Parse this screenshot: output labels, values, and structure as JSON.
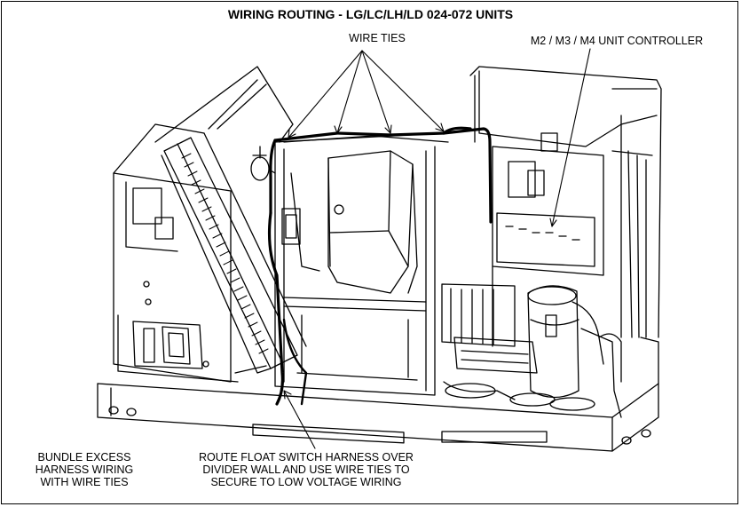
{
  "title": "WIRING ROUTING - LG/LC/LH/LD 024-072 UNITS",
  "callouts": {
    "wire_ties": "WIRE TIES",
    "unit_controller": "M2 / M3 / M4 UNIT CONTROLLER"
  },
  "notes": {
    "bundle": [
      "BUNDLE EXCESS",
      "HARNESS WIRING",
      "WITH WIRE TIES"
    ],
    "route": [
      "ROUTE FLOAT SWITCH HARNESS OVER",
      "DIVIDER WALL AND USE WIRE TIES TO",
      "SECURE TO LOW VOLTAGE WIRING"
    ]
  }
}
